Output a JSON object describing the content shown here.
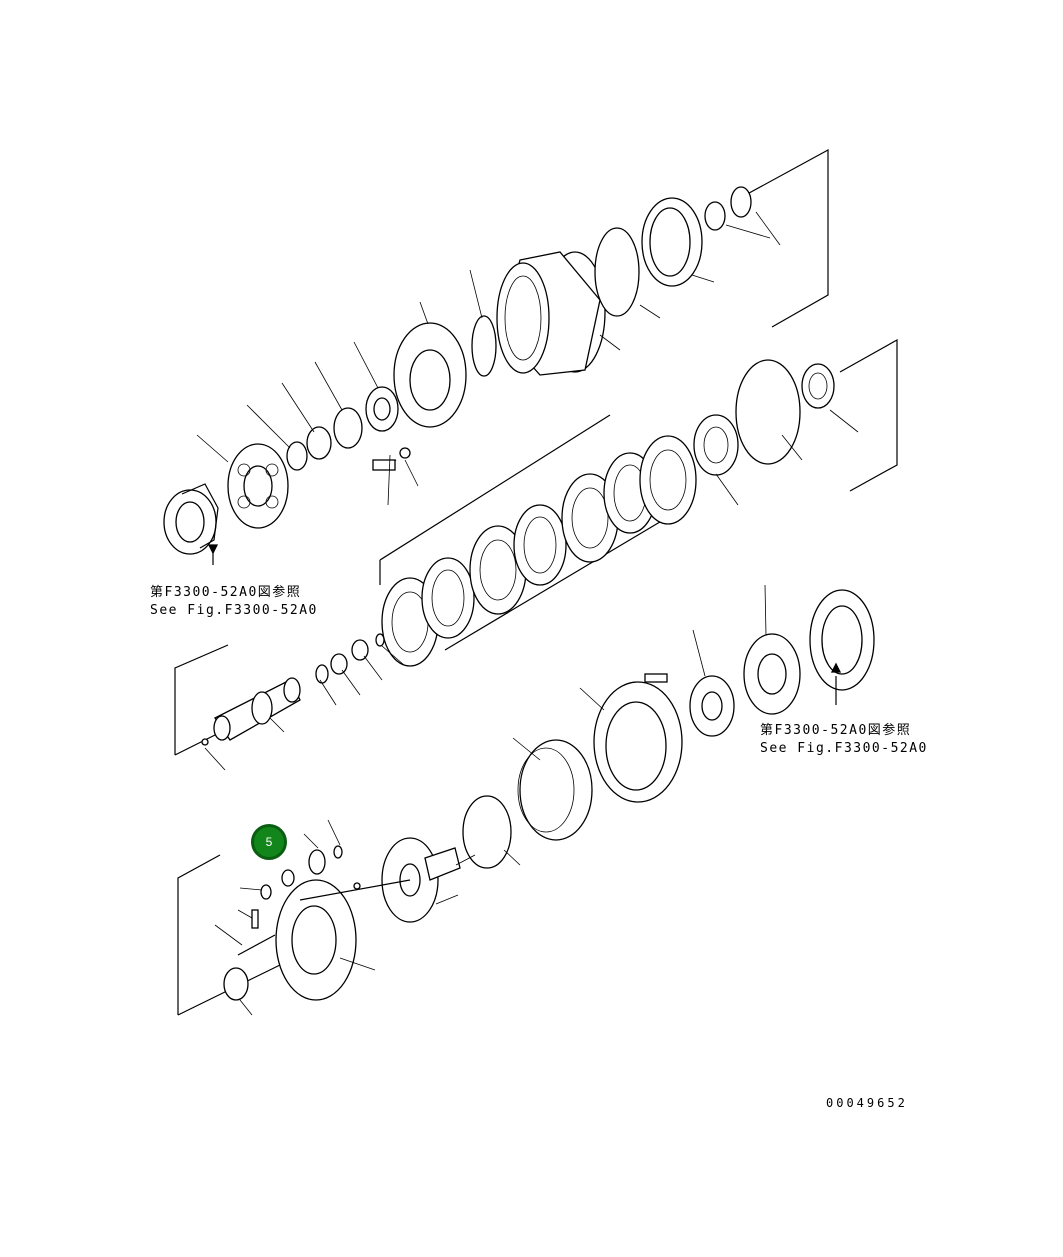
{
  "diagram": {
    "ref_note_left": {
      "line1": "第F3300-52A0図参照",
      "line2": "See Fig.F3300-52A0"
    },
    "ref_note_right": {
      "line1": "第F3300-52A0図参照",
      "line2": "See Fig.F3300-52A0"
    },
    "drawing_number": "00049652",
    "callout": {
      "label": "5",
      "color": "#12861a"
    }
  }
}
